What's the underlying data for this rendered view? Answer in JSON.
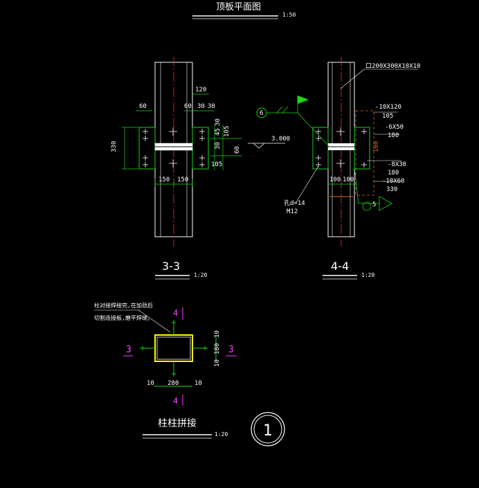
{
  "titles": {
    "top_title": "顶板平面图",
    "top_scale": "1:50",
    "sec33_title": "3-3",
    "sec33_scale": "1:20",
    "sec44_title": "4-4",
    "sec44_scale": "1:20",
    "splice_title": "柱柱拼接",
    "splice_scale": "1:20",
    "detail_no": "1"
  },
  "section33": {
    "dims": [
      "120",
      "60",
      "60",
      "30",
      "30",
      "330",
      "45",
      "30",
      "105",
      "30",
      "60",
      "105",
      "150",
      "150"
    ],
    "elev": "3.000"
  },
  "section44": {
    "member": "口200X300X10X10",
    "plates": [
      "-10X120",
      "105",
      "-6X50",
      "180",
      "-8X30",
      "180",
      "-10X60",
      "330"
    ],
    "side_dim": "100",
    "bottom": [
      "100",
      "100"
    ],
    "bolt_a": "孔d=14",
    "bolt_b": "M12",
    "weld_a": "6",
    "weld_b": "5"
  },
  "plan": {
    "note_a": "柱对接焊接完,在加劲后",
    "note_b": "切割连接板,磨平焊缝。",
    "mark_top": "4",
    "mark_bottom": "4",
    "mark_left": "3",
    "mark_right": "3",
    "dims": [
      "10",
      "280",
      "10",
      "10",
      "180",
      "10"
    ]
  },
  "colors": {
    "line": "#ffffff",
    "axis": "#ff2a2a",
    "green": "#18d818",
    "yellow": "#ffff00",
    "magenta": "#ff3cff",
    "orange": "#e06a1c"
  }
}
